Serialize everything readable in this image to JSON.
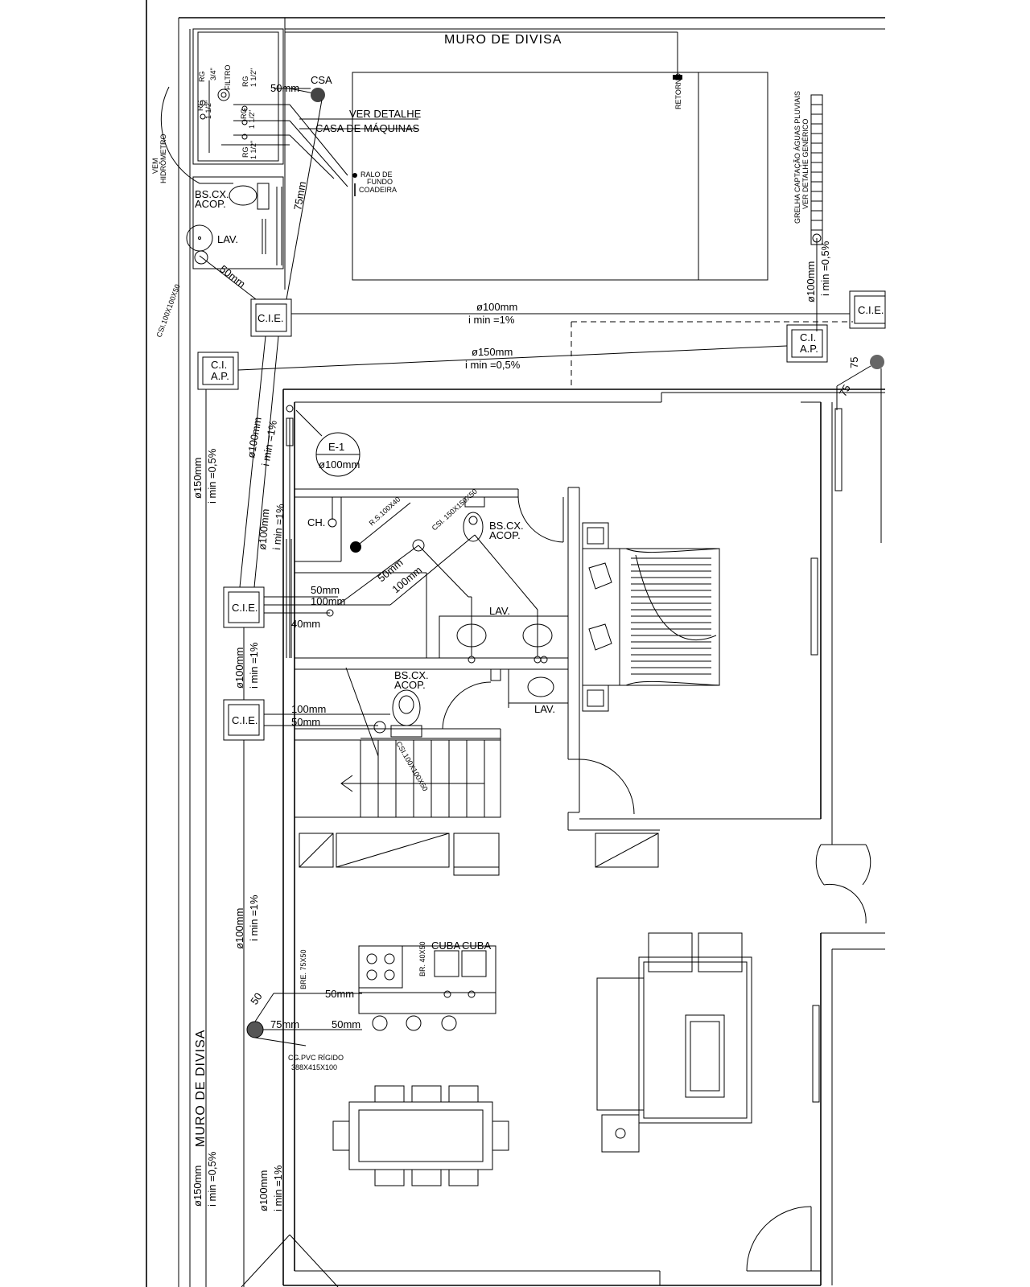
{
  "plan": {
    "wall_top": "MURO DE DIVISA",
    "wall_left": "MURO DE DIVISA",
    "csa": "CSA",
    "ver_detalhe": "VER DETALHE",
    "casa_maquinas": "CASA DE MÁQUINAS",
    "retorno": "RETORNO",
    "ralo": [
      "RALO DE",
      "FUNDO",
      "COADEIRA"
    ],
    "vem_hidrometro": [
      "VEM",
      "HIDRÔMETRO"
    ],
    "filtro": "FILTRO",
    "rg1": [
      "RG",
      "3/4\""
    ],
    "rg2": [
      "RG",
      "1 1/2\""
    ],
    "rg3": [
      "RG",
      "1 1/2\""
    ],
    "rg4": [
      "RG",
      "1 1/2\""
    ],
    "rg5": [
      "RG",
      "1 1/2\""
    ],
    "bs_top": [
      "BS.CX.",
      "ACOP."
    ],
    "lav_top": "LAV.",
    "p_50": "50mm",
    "p_75": "75mm",
    "p_100": "100mm",
    "p_40": "40mm",
    "csi_left": "CSI.100X100X50",
    "cie": "C.I.E.",
    "ci_ap": [
      "C.I.",
      "A.P."
    ],
    "d100": "ø100mm",
    "d150": "ø150mm",
    "imin1": "i min =1%",
    "imin05": "i min =0,5%",
    "grelha": [
      "GRELHA CAPTAÇÃO ÁGUAS PLUVIAIS",
      "VER DETALHE GENÉRICO"
    ],
    "n75": "75",
    "n50": "50",
    "e1": "E-1",
    "ch": "CH.",
    "rs": "R.S.100X40",
    "csi_bath": "CSI. 150X150X50",
    "bs_bath": [
      "BS.CX.",
      "ACOP."
    ],
    "lav": "LAV.",
    "csi_stair": "CSI.100X100X50",
    "cuba": "CUBA",
    "br": "BR. 40X50",
    "bre": "BRE. 75X50",
    "cg": [
      "CG.PVC RÍGIDO",
      "388X415X100"
    ]
  },
  "colors": {
    "ink": "#000000",
    "paper": "#ffffff"
  }
}
